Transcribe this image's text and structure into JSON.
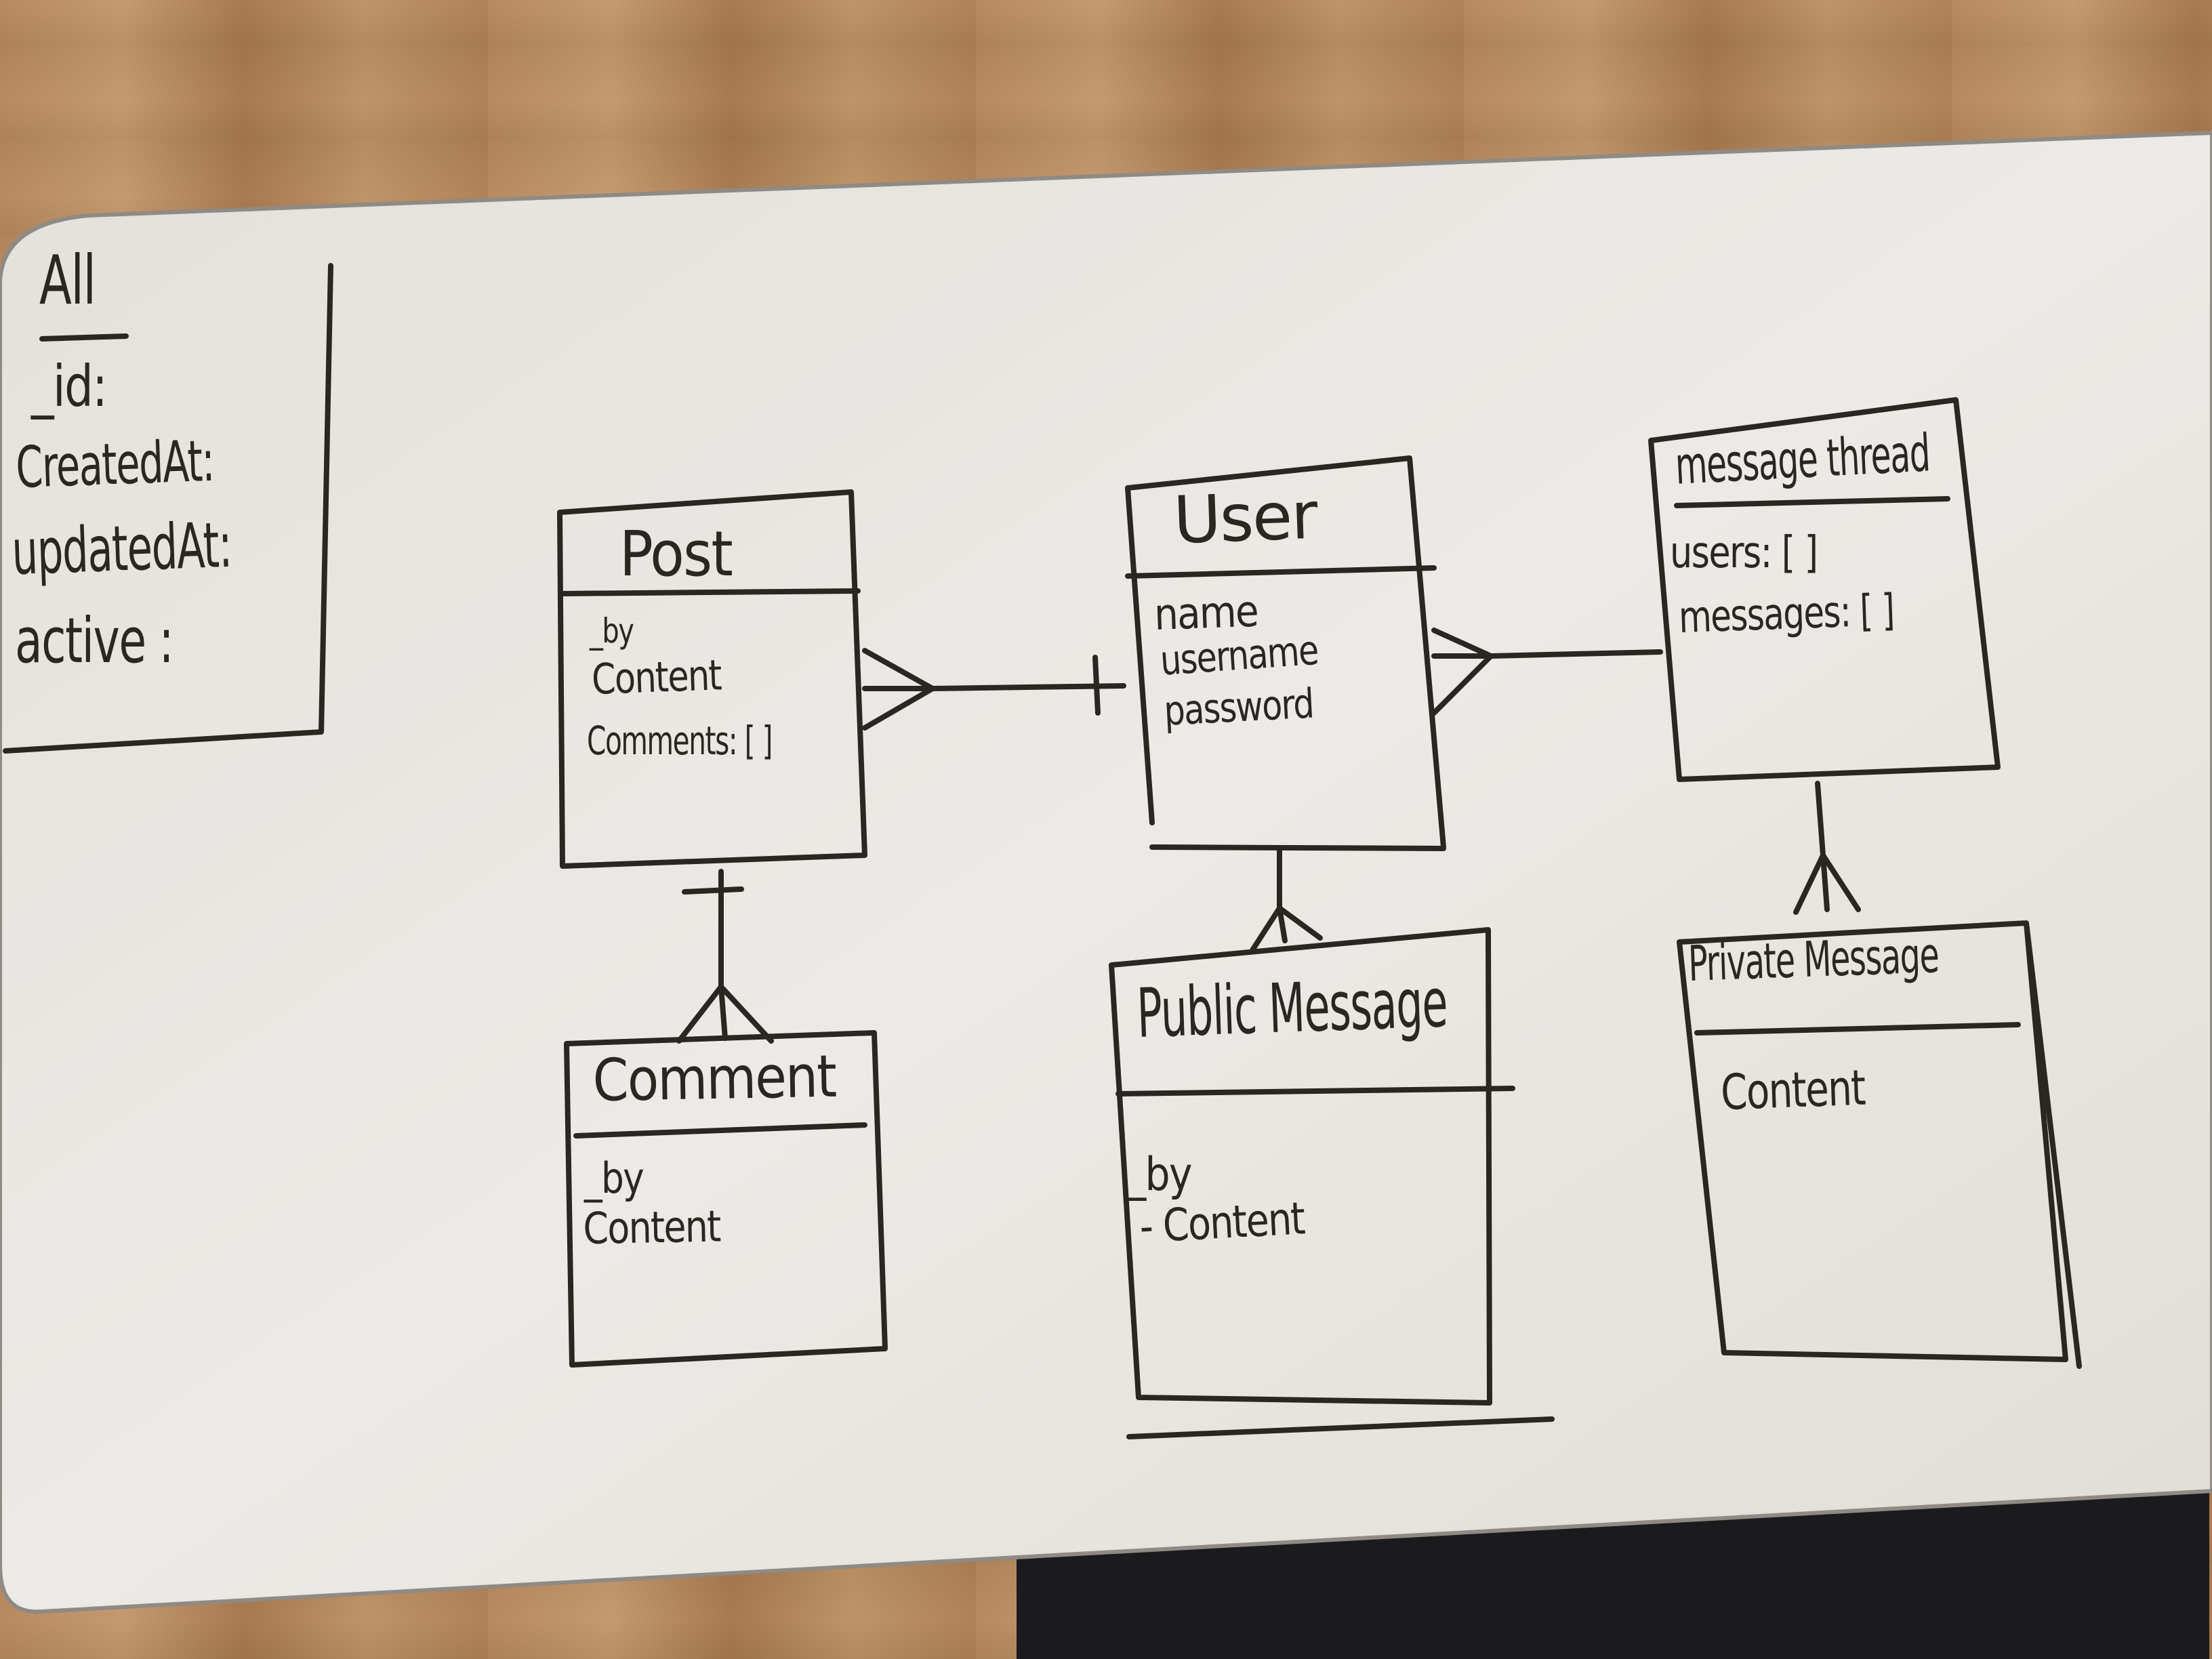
{
  "all_box": {
    "title": "All",
    "fields": [
      "_id:",
      "CreatedAt:",
      "updatedAt:",
      "active :"
    ]
  },
  "entities": {
    "post": {
      "name": "Post",
      "fields": [
        "_by",
        "Content",
        "Comments: [ ]"
      ]
    },
    "user": {
      "name": "User",
      "fields": [
        "name",
        "username",
        "password"
      ]
    },
    "message_thread": {
      "name": "message thread",
      "fields": [
        "users: [ ]",
        "messages: [ ]"
      ]
    },
    "comment": {
      "name": "Comment",
      "fields": [
        "_by",
        "Content"
      ]
    },
    "public_message": {
      "name": "Public Message",
      "fields": [
        "_by",
        "- Content"
      ]
    },
    "private_message": {
      "name": "Private Message",
      "fields": [
        "Content"
      ]
    }
  },
  "relationships": [
    {
      "from": "post",
      "to": "user",
      "from_end": "many",
      "to_end": "one"
    },
    {
      "from": "user",
      "to": "message_thread",
      "from_end": "many",
      "to_end": "one"
    },
    {
      "from": "post",
      "to": "comment",
      "from_end": "one",
      "to_end": "many"
    },
    {
      "from": "user",
      "to": "public_message",
      "from_end": "one",
      "to_end": "many"
    },
    {
      "from": "message_thread",
      "to": "private_message",
      "from_end": "one",
      "to_end": "many"
    }
  ],
  "colors": {
    "marker": "#2a2622",
    "board": "#e9e6e1"
  }
}
